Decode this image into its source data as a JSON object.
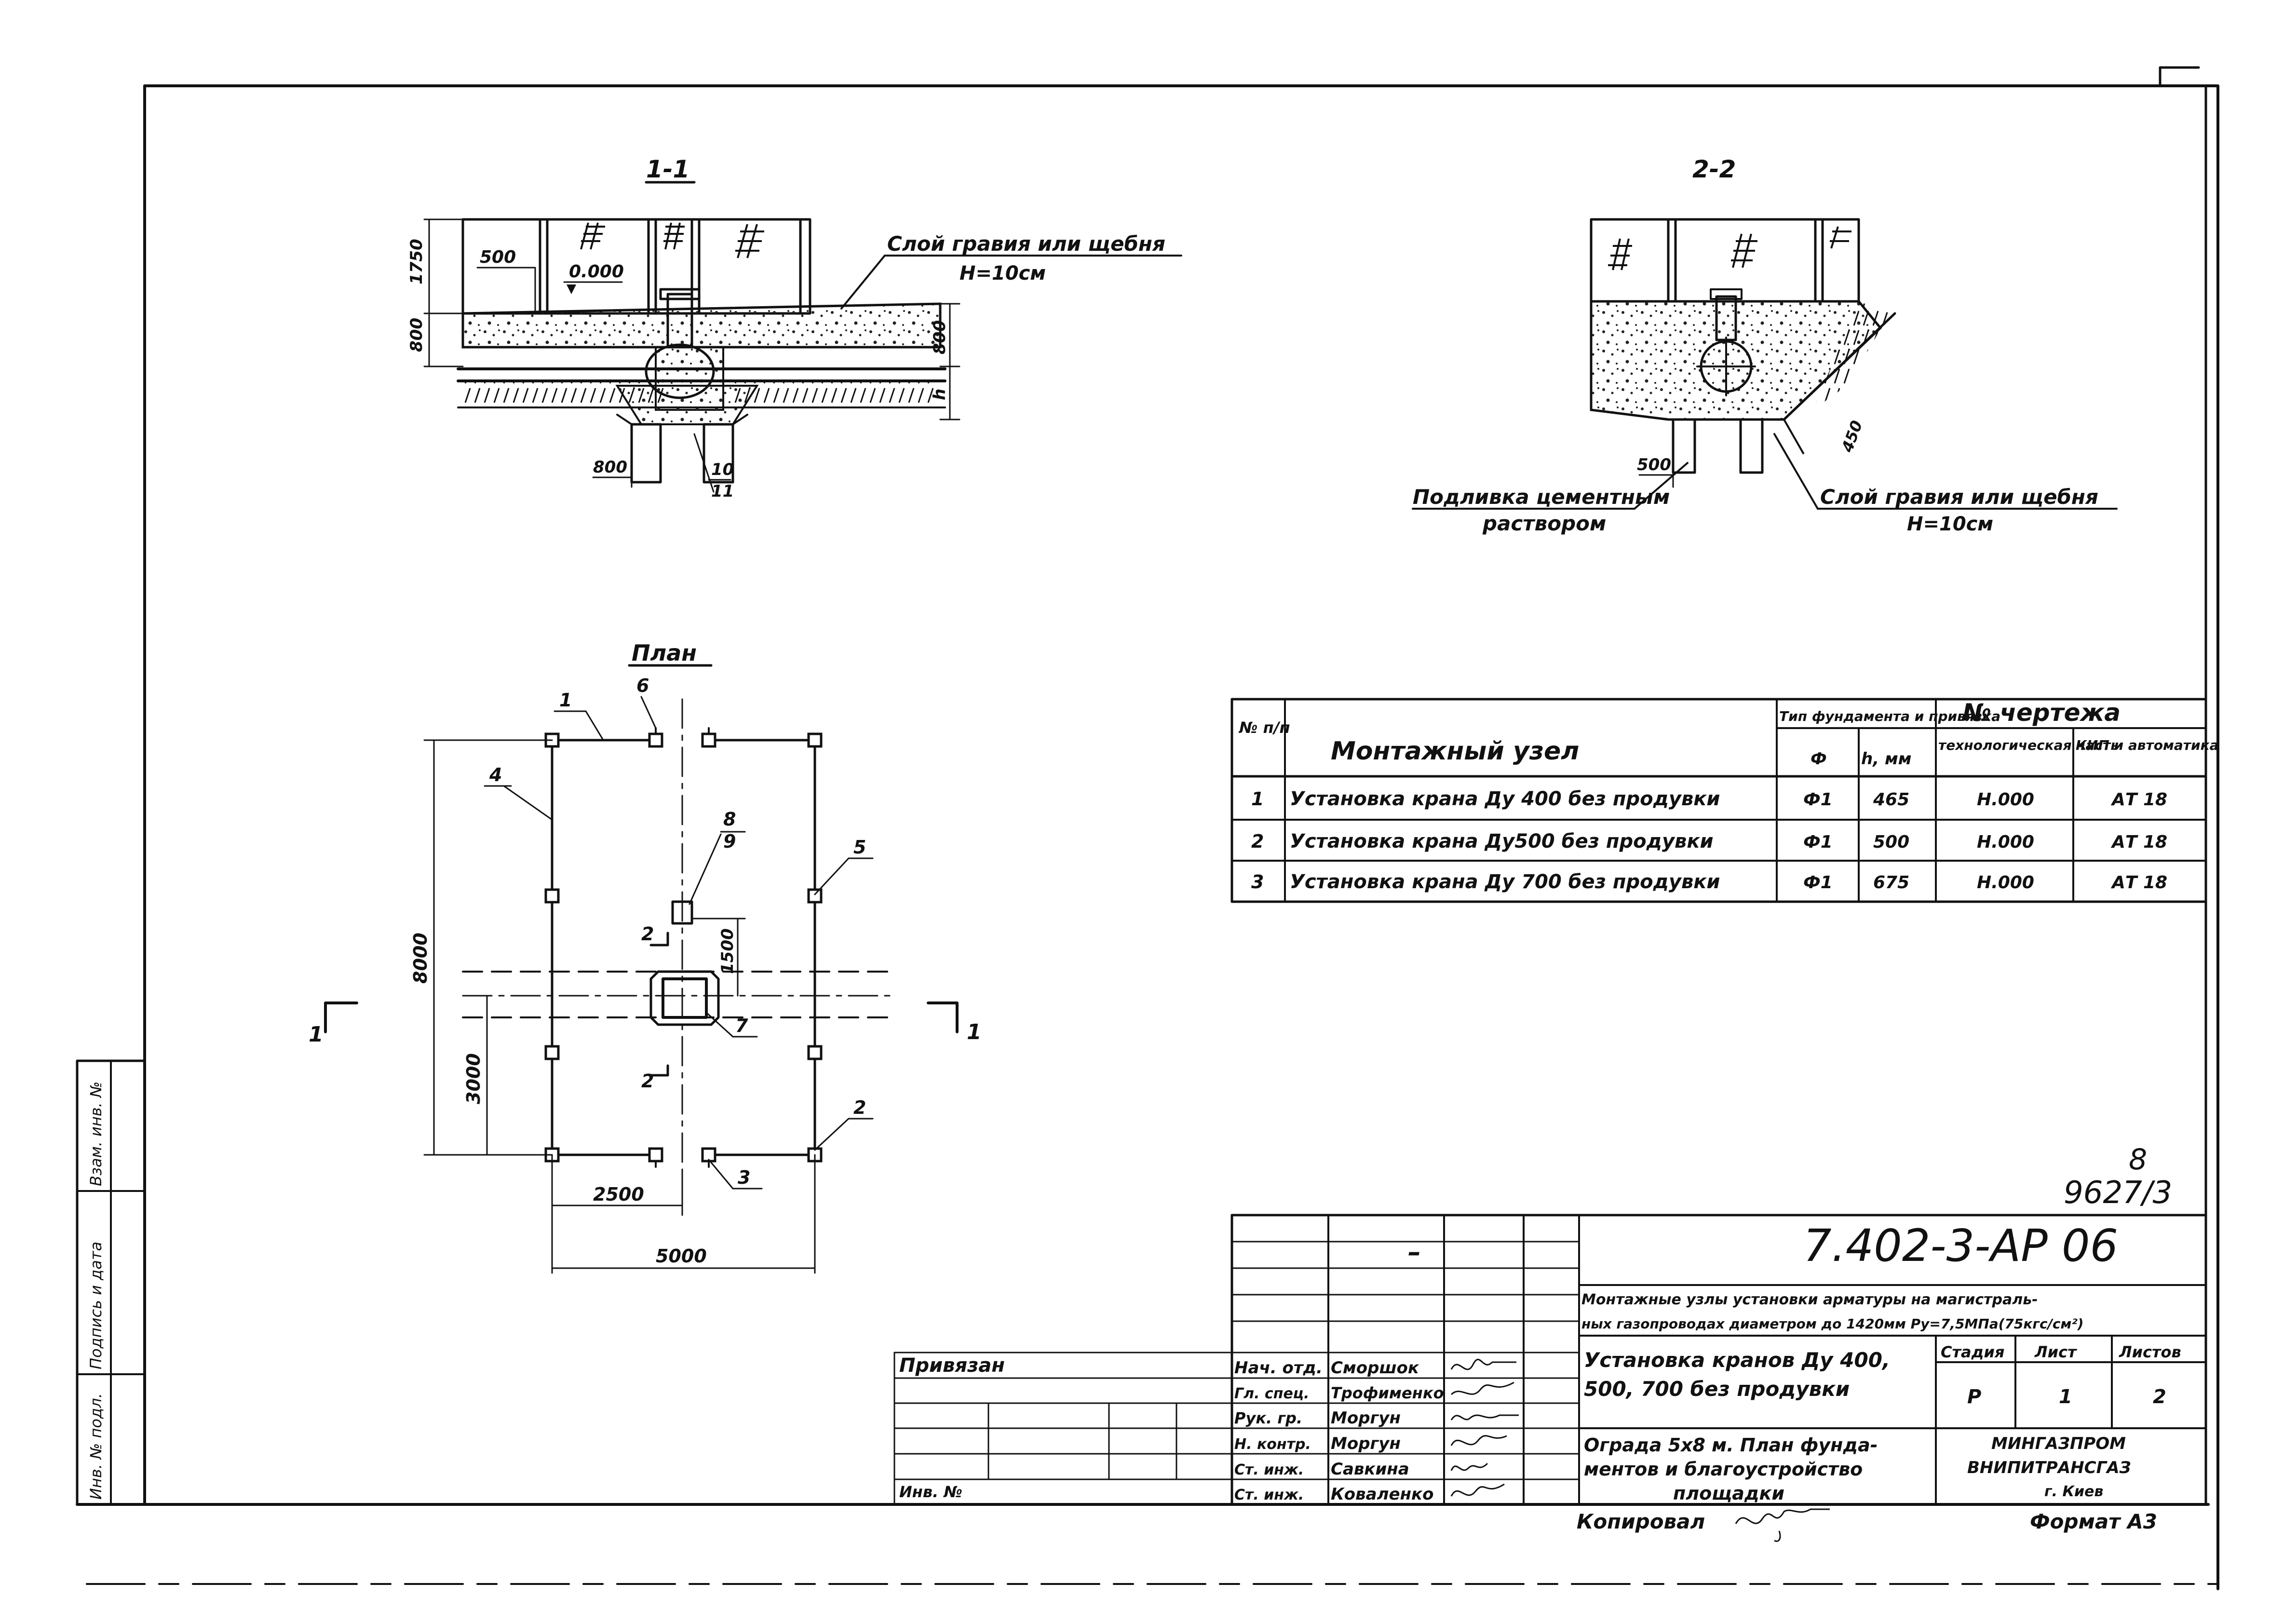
{
  "sections": {
    "s1": {
      "title": "1-1",
      "gravel_note_1": "Слой гравия или щебня",
      "gravel_note_2": "Н=10см",
      "dim_500": "500",
      "level_mark": "0.000",
      "dim_1750": "1750",
      "dim_800_left": "800",
      "dim_800_right": "800",
      "dim_h": "h",
      "dim_800_bottom": "800",
      "dim_10": "10",
      "dim_11": "11"
    },
    "s2": {
      "title": "2-2",
      "grout_note_1": "Подливка цементным",
      "grout_note_2": "раствором",
      "gravel_note_1": "Слой гравия или щебня",
      "gravel_note_2": "Н=10см",
      "dim_500": "500",
      "dim_450": "450"
    }
  },
  "plan": {
    "title": "План",
    "dim_8000": "8000",
    "dim_3000": "3000",
    "dim_2500": "2500",
    "dim_5000": "5000",
    "dim_1500": "1500",
    "cut_left": "1",
    "cut_right": "1",
    "cut_top": "2",
    "cut_bottom": "2",
    "pos_1": "1",
    "pos_2": "2",
    "pos_3": "3",
    "pos_4": "4",
    "pos_5": "5",
    "pos_6": "6",
    "pos_7": "7",
    "pos_8": "8",
    "pos_9": "9"
  },
  "table": {
    "headers": {
      "num": "№ п/п",
      "node": "Монтажный узел",
      "foundation_group": "Тип фундамента и привязка",
      "phi": "Ф",
      "h_mm": "h, мм",
      "drawing_group": "№ чертежа",
      "tech": "технологическая часть",
      "kip": "КИП и автоматика"
    },
    "rows": [
      {
        "n": "1",
        "node": "Установка крана Ду 400 без продувки",
        "phi": "Ф1",
        "h": "465",
        "tech": "Н.000",
        "kip": "АТ 18"
      },
      {
        "n": "2",
        "node": "Установка крана Ду500 без продувки",
        "phi": "Ф1",
        "h": "500",
        "tech": "Н.000",
        "kip": "АТ 18"
      },
      {
        "n": "3",
        "node": "Установка крана Ду 700 без продувки",
        "phi": "Ф1",
        "h": "675",
        "tech": "Н.000",
        "kip": "АТ 18"
      }
    ]
  },
  "sheet_ref": {
    "top": "8",
    "bottom": "9627/3"
  },
  "title_block": {
    "code": "7.402-3-АР 06",
    "series_line_1": "Монтажные узлы установки арматуры на магистраль-",
    "series_line_2": "ных газопроводах диаметром до 1420мм Ру=7,5МПа(75кгс/см²)",
    "title_1": "Установка кранов Ду 400,",
    "title_2": "500, 700 без продувки",
    "stage_label": "Стадия",
    "sheet_label": "Лист",
    "sheets_label": "Листов",
    "stage": "Р",
    "sheet": "1",
    "sheets": "2",
    "drawing_1": "Ограда 5х8 м. План фунда-",
    "drawing_2": "ментов и благоустройство",
    "drawing_3": "площадки",
    "org_1": "МИНГАЗПРОМ",
    "org_2": "ВНИПИТРАНСГАЗ",
    "org_3": "г. Киев",
    "dash": "–",
    "signers": [
      {
        "role": "Нач. отд.",
        "name": "Сморшок"
      },
      {
        "role": "Гл. спец.",
        "name": "Трофименко"
      },
      {
        "role": "Рук. гр.",
        "name": "Моргун"
      },
      {
        "role": "Н. контр.",
        "name": "Моргун"
      },
      {
        "role": "Ст. инж.",
        "name": "Савкина"
      },
      {
        "role": "Ст. инж.",
        "name": "Коваленко"
      }
    ],
    "privyazan": "Привязан",
    "inv": "Инв. №",
    "copied": "Копировал",
    "format": "Формат А3"
  },
  "side_stamp": {
    "f1": "Взам. инв. №",
    "f2": "Подпись и дата",
    "f3": "Инв. № подл."
  }
}
